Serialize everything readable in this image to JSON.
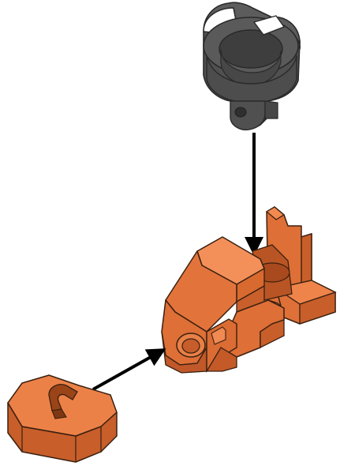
{
  "diagram": {
    "type": "exploded-assembly",
    "parts": [
      {
        "id": "clip",
        "icon": "c-clip-icon",
        "color": "#4a4a4a",
        "edge": "#2a2a2a"
      },
      {
        "id": "base",
        "icon": "cradle-base-icon",
        "color": "#e0733a",
        "edge": "#3a2010"
      },
      {
        "id": "cap",
        "icon": "slotted-cap-icon",
        "color": "#e0733a",
        "edge": "#3a2010"
      }
    ],
    "arrows": [
      {
        "from": "clip",
        "to": "base",
        "direction": "down"
      },
      {
        "from": "cap",
        "to": "base",
        "direction": "up-right"
      }
    ],
    "arrow_color": "#000000"
  }
}
